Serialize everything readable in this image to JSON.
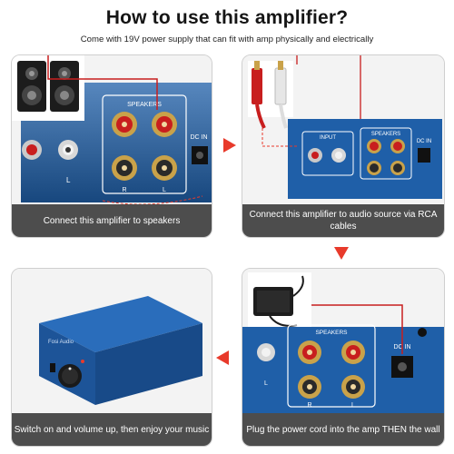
{
  "header": {
    "title": "How to use this amplifier?",
    "subtitle": "Come with 19V power supply that can fit with amp physically and electrically"
  },
  "steps": [
    {
      "caption": "Connect this amplifier to speakers"
    },
    {
      "caption": "Connect this amplifier to audio source via RCA cables"
    },
    {
      "caption": "Switch on and volume up, then enjoy your music"
    },
    {
      "caption": "Plug the power cord into the amp THEN the wall"
    }
  ],
  "device_labels": {
    "speakers": "SPEAKERS",
    "dc_in": "DC IN",
    "input": "INPUT",
    "r": "R",
    "l": "L",
    "plus": "+",
    "minus": "-",
    "brand": "Fosi Audio"
  },
  "colors": {
    "panel_blue": "#1f5fa8",
    "caption_bg": "#4d4d4d",
    "arrow_red": "#e83a2b",
    "terminal_red": "#c81e1e"
  }
}
